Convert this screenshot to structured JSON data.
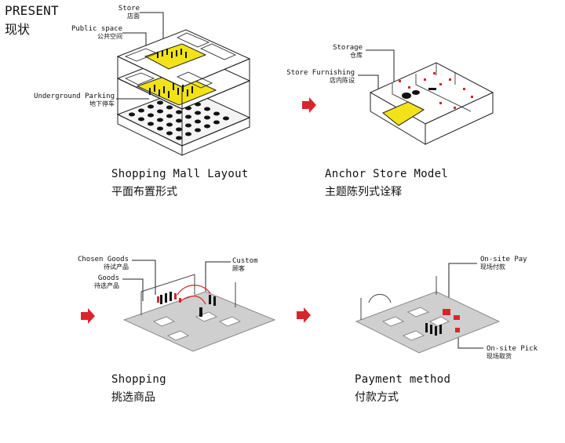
{
  "header": {
    "title_en": "PRESENT",
    "title_zh": "现状"
  },
  "panels": {
    "mall": {
      "caption_en": "Shopping Mall Layout",
      "caption_zh": "平面布置形式",
      "callouts": {
        "store_en": "Store",
        "store_zh": "店面",
        "public_en": "Public space",
        "public_zh": "公共空间",
        "parking_en": "Underground Parking",
        "parking_zh": "地下停车"
      }
    },
    "anchor": {
      "caption_en": "Anchor Store Model",
      "caption_zh": "主题陈列式诠释",
      "callouts": {
        "storage_en": "Storage",
        "storage_zh": "仓库",
        "furnishing_en": "Store Furnishing",
        "furnishing_zh": "店内陈设"
      }
    },
    "shopping": {
      "caption_en": "Shopping",
      "caption_zh": "挑选商品",
      "callouts": {
        "chosen_en": "Chosen Goods",
        "chosen_zh": "待试产品",
        "goods_en": "Goods",
        "goods_zh": "待选产品",
        "custom_en": "Custom",
        "custom_zh": "顾客"
      }
    },
    "payment": {
      "caption_en": "Payment method",
      "caption_zh": "付款方式",
      "callouts": {
        "pay_en": "On-site Pay",
        "pay_zh": "现场付款",
        "pick_en": "On-site Pick",
        "pick_zh": "现场取货"
      }
    }
  },
  "colors": {
    "accent_red": "#d7262b",
    "highlight_yellow": "#f2e21a",
    "line": "#222222",
    "floor_gray": "#cfcfcf"
  }
}
